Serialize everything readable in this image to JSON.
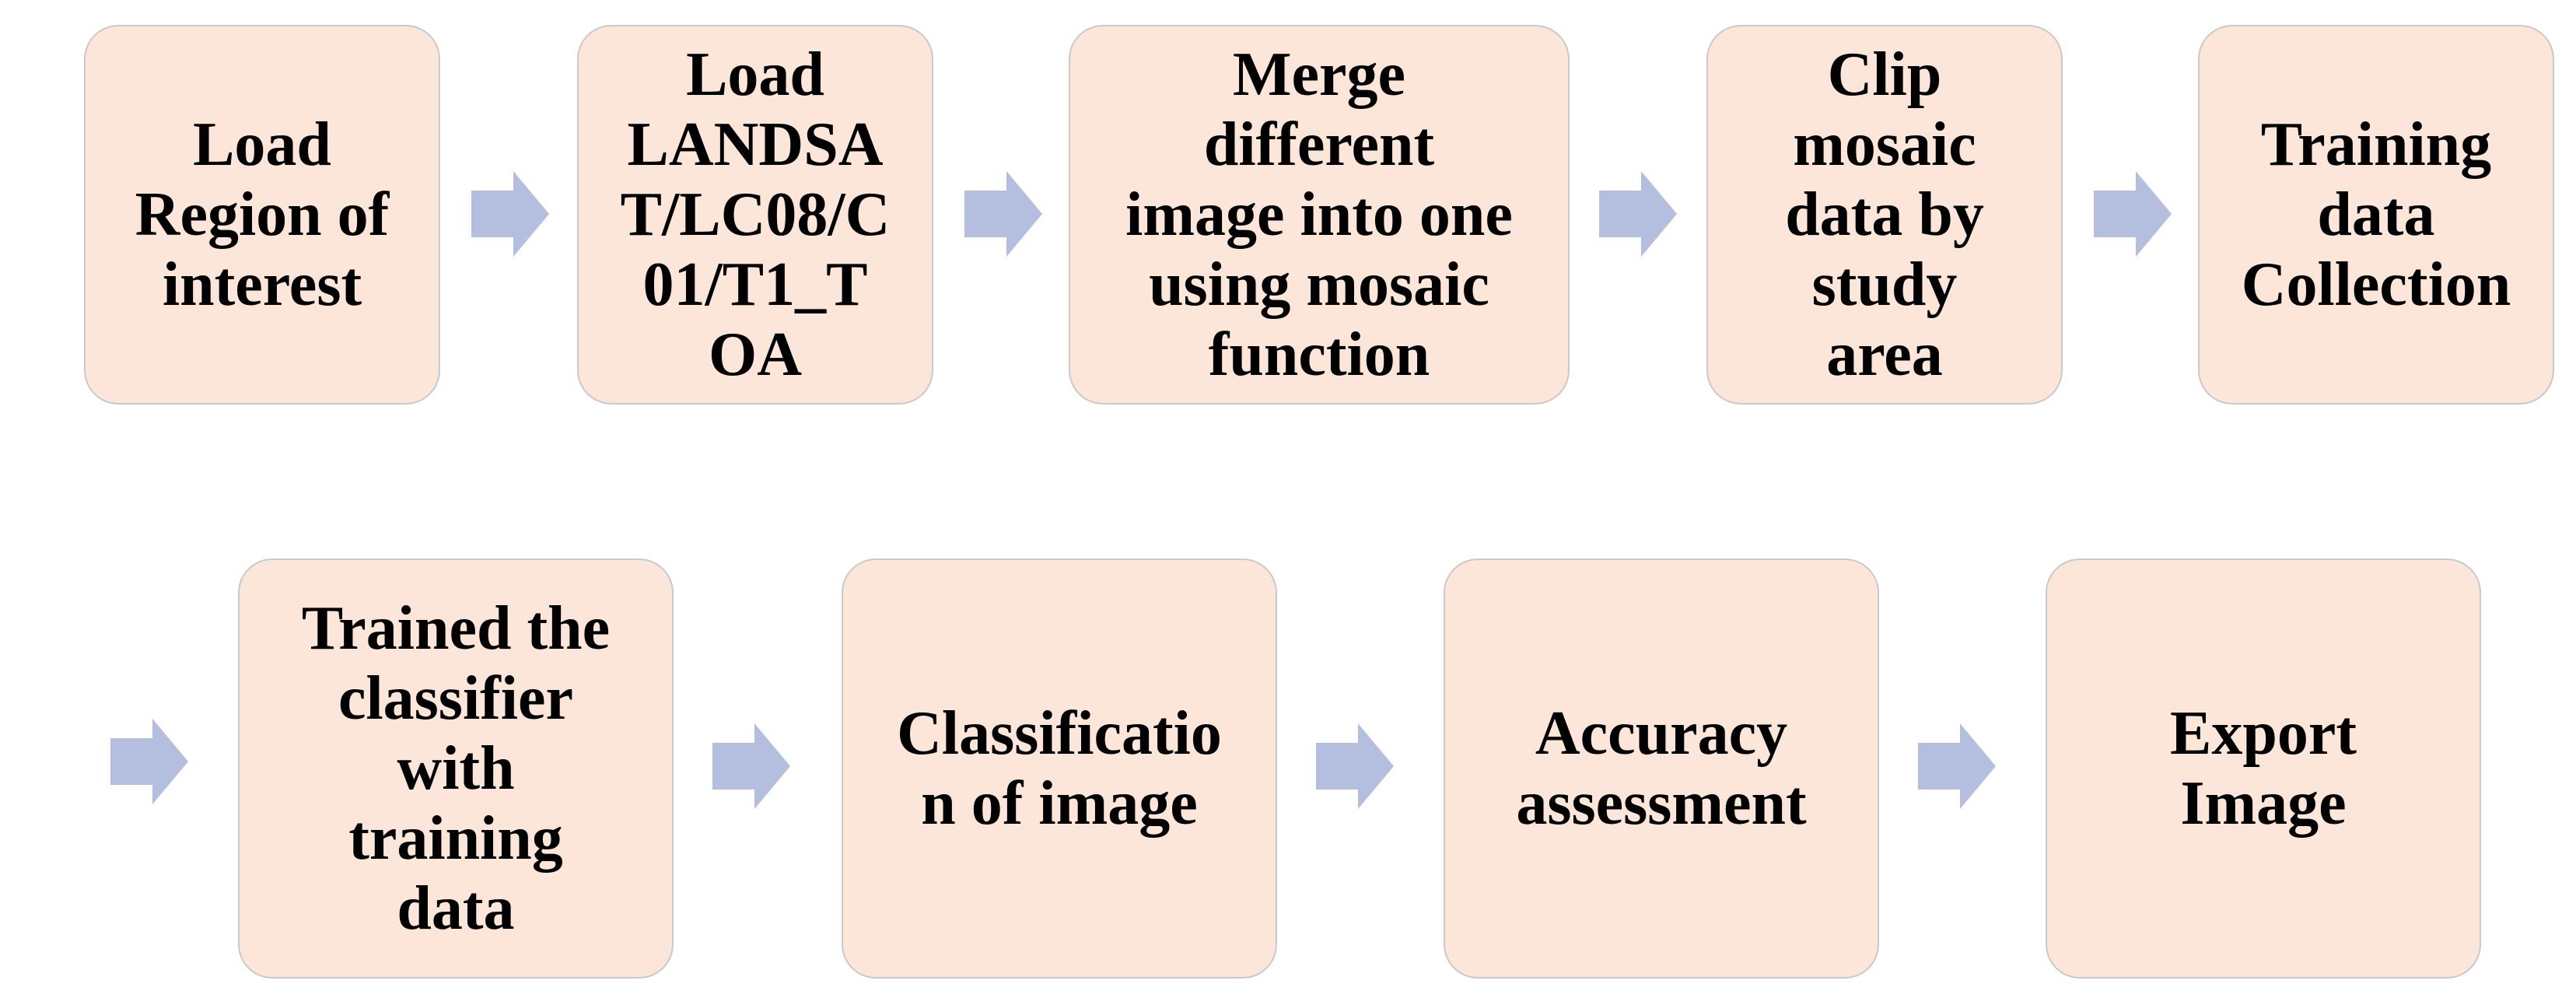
{
  "colors": {
    "box_fill": "#fbe6d9",
    "box_border": "#c9c9c9",
    "arrow_fill": "#b4bedf",
    "text": "#000000"
  },
  "diagram": {
    "row1": [
      {
        "label": "Load\nRegion of\ninterest"
      },
      {
        "label": "Load\nLANDSA\nT/LC08/C\n01/T1_T\nOA"
      },
      {
        "label": "Merge\ndifferent\nimage into one\nusing mosaic\nfunction"
      },
      {
        "label": "Clip\nmosaic\ndata by\nstudy\narea"
      },
      {
        "label": "Training\ndata\nCollection"
      }
    ],
    "row2": [
      {
        "label": "Trained the\nclassifier\nwith\ntraining\ndata"
      },
      {
        "label": "Classificatio\nn of image"
      },
      {
        "label": "Accuracy\nassessment"
      },
      {
        "label": "Export\nImage"
      }
    ],
    "arrow_icon": "right-arrow-icon"
  }
}
